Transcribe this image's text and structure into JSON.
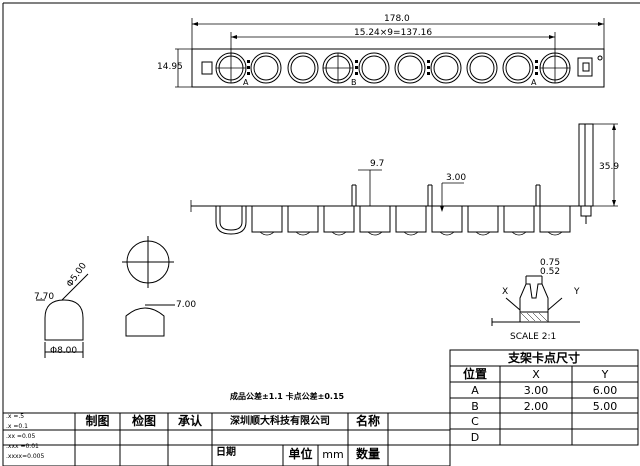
{
  "dimensions": {
    "overall_length": "178.0",
    "pitch_total": "15.24×9=137.16",
    "height": "14.95",
    "post_height": "35.9",
    "offset_a": "9.7",
    "offset_b": "3.00",
    "tip_diameter": "Φ5.00",
    "tip_height": "7.70",
    "base_diameter": "Φ8.00",
    "side_height": "7.00",
    "slot_outer": "0.75",
    "slot_inner": "0.52",
    "axis_x": "X",
    "axis_y": "Y"
  },
  "strip_letters": [
    "A",
    "B",
    "A"
  ],
  "scale_label": "SCALE 2:1",
  "notes": {
    "tolerance": "成品公差±1.1 卡点公差±0.15"
  },
  "support_table": {
    "title": "支架卡点尺寸",
    "headers": [
      "位置",
      "X",
      "Y"
    ],
    "rows": [
      {
        "pos": "A",
        "x": "3.00",
        "y": "6.00"
      },
      {
        "pos": "B",
        "x": "2.00",
        "y": "5.00"
      },
      {
        "pos": "C",
        "x": "",
        "y": ""
      },
      {
        "pos": "D",
        "x": "",
        "y": ""
      }
    ]
  },
  "title_block": {
    "drawn": "制图",
    "checked": "检图",
    "approved": "承认",
    "company": "深圳顺大科技有限公司",
    "name_label": "名称",
    "date_label": "日期",
    "unit_label": "单位",
    "unit_value": "mm",
    "qty_label": "数量",
    "tolerances": [
      ".x   =.5",
      ".x    =0.1",
      ".xx  =0.05",
      ".xxx =0.01",
      ".xxxx=0.005"
    ]
  }
}
